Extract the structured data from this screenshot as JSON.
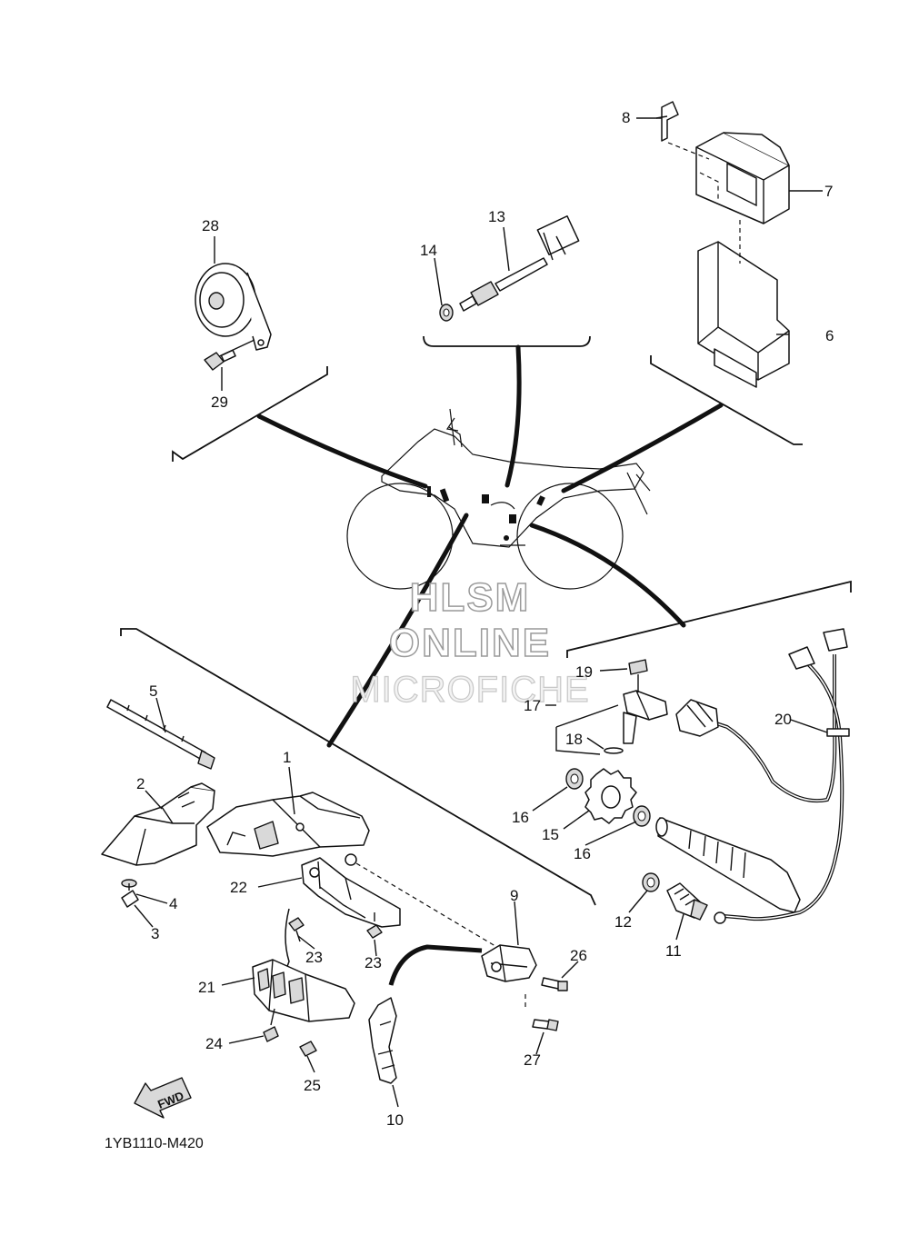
{
  "diagram": {
    "code": "1YB1110-M420",
    "fwd_label": "FWD",
    "watermark": [
      "HLSM",
      "ONLINE",
      "MICROFICHE"
    ],
    "part_numbers": [
      "1",
      "2",
      "3",
      "4",
      "5",
      "6",
      "7",
      "8",
      "9",
      "10",
      "11",
      "12",
      "13",
      "14",
      "15",
      "16",
      "16",
      "17",
      "18",
      "19",
      "20",
      "21",
      "22",
      "23",
      "23",
      "24",
      "25",
      "26",
      "27",
      "28",
      "29"
    ]
  }
}
